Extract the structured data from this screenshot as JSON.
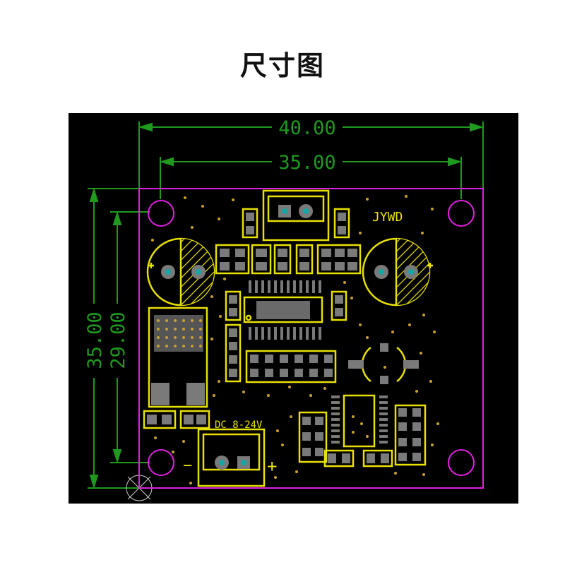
{
  "title": "尺寸图",
  "dimensions": {
    "board_width": "40.00",
    "hole_spacing_x": "35.00",
    "board_height": "35.00",
    "hole_spacing_y": "29.00"
  },
  "silkscreen": {
    "brand": "JYWD",
    "power_label": "DC 8-24V",
    "minus": "−",
    "plus": "+"
  },
  "colors": {
    "background": "#000000",
    "outline": "#e020e0",
    "dimension": "#1f9a1f",
    "silkscreen": "#e8e000",
    "pad": "#7a7a7a",
    "via": "#c8a030"
  }
}
